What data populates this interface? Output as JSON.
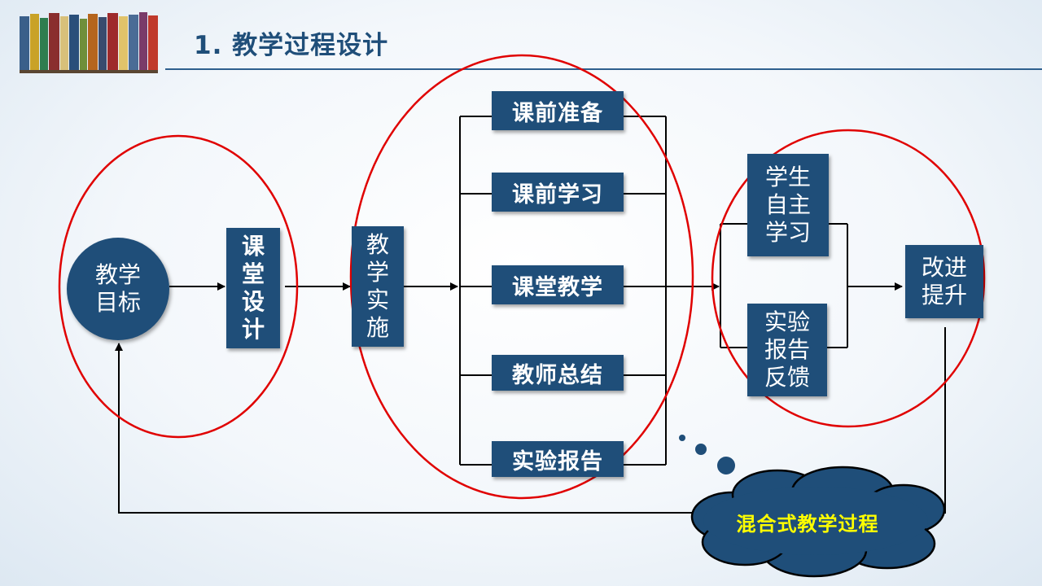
{
  "header": {
    "title": "1. 教学过程设计"
  },
  "nodes": {
    "goal": "教学目标",
    "classroom_design": "课堂设计",
    "teaching_implementation": "教学实施",
    "steps": [
      "课前准备",
      "课前学习",
      "课堂教学",
      "教师总结",
      "实验报告"
    ],
    "self_study": "学生自主学习",
    "lab_feedback": "实验报告反馈",
    "improve": "改进提升"
  },
  "cloud": {
    "label": "混合式教学过程"
  },
  "colors": {
    "box_fill": "#1f4e79",
    "ellipse_stroke": "#e00000",
    "cloud_text": "#ffff00",
    "title_color": "#1f4e79"
  },
  "icons": {
    "header_image": "bookshelf-icon"
  }
}
